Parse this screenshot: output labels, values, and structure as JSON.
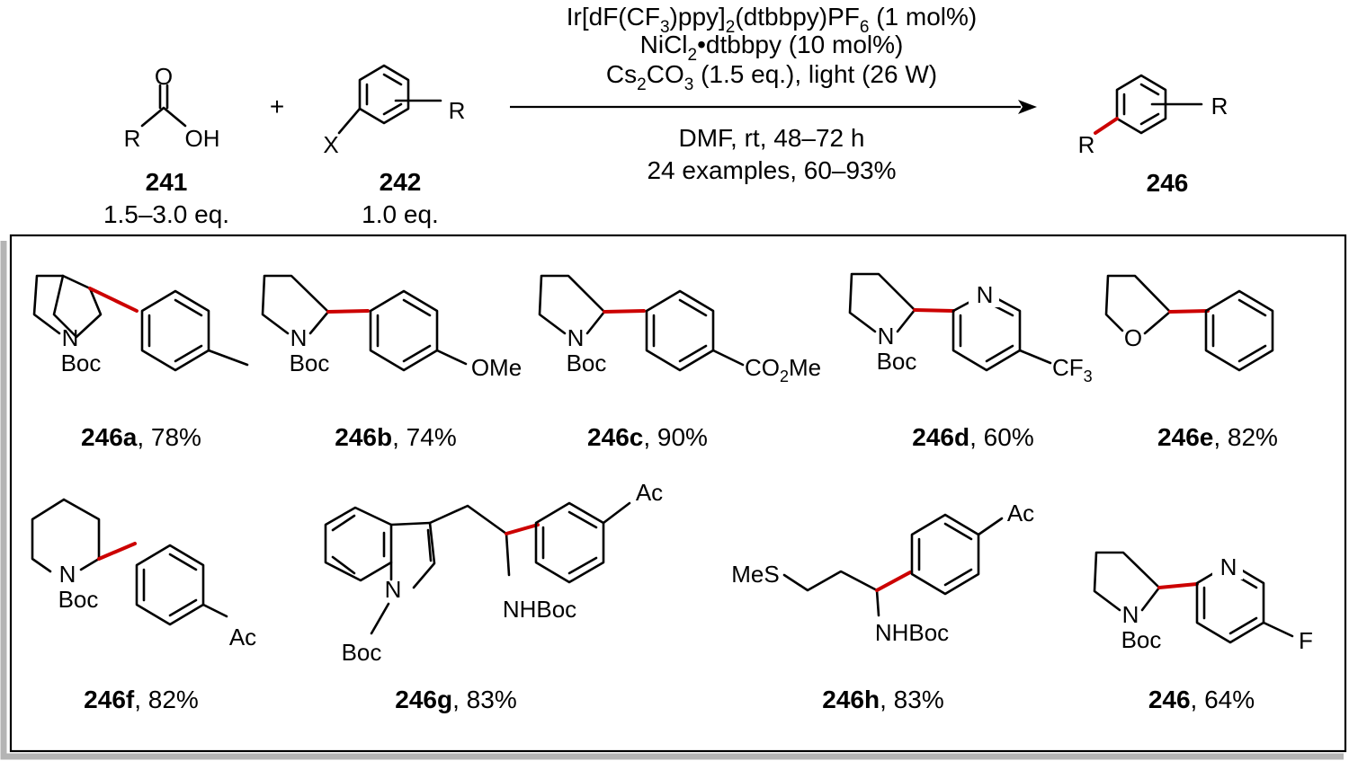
{
  "reaction": {
    "conditions": {
      "photocatalyst_parts": [
        "Ir[dF(CF",
        "3",
        ")ppy]",
        "2",
        "(dtbbpy)PF",
        "6",
        " (1 mol%)"
      ],
      "nickel_parts": [
        "NiCl",
        "2",
        "•dtbbpy (10 mol%)"
      ],
      "base_parts": [
        "Cs",
        "2",
        "CO",
        "3",
        " (1.5 eq.), light (26 W)"
      ],
      "solvent_time": "DMF, rt, 48–72 h",
      "scope": "24 examples, 60–93%"
    },
    "plus": "+",
    "reactant_1": {
      "id": "241",
      "equiv": "1.5–3.0 eq.",
      "atoms": {
        "o": "O",
        "oh": "OH",
        "r": "R"
      }
    },
    "reactant_2": {
      "id": "242",
      "equiv": "1.0 eq.",
      "atoms": {
        "x": "X",
        "r": "R"
      }
    },
    "product": {
      "id": "246",
      "atoms": {
        "r1": "R",
        "r2": "R"
      }
    }
  },
  "examples": [
    {
      "id": "246a",
      "yield": ", 78%",
      "atoms": {
        "n": "N",
        "pg": "Boc"
      }
    },
    {
      "id": "246b",
      "yield": ", 74%",
      "atoms": {
        "n": "N",
        "pg": "Boc",
        "sub": "OMe"
      }
    },
    {
      "id": "246c",
      "yield": ", 90%",
      "atoms": {
        "n": "N",
        "pg": "Boc",
        "sub_a": "CO",
        "sub_sub": "2",
        "sub_b": "Me"
      }
    },
    {
      "id": "246d",
      "yield": ", 60%",
      "atoms": {
        "n": "N",
        "pg": "Boc",
        "pyr_n": "N",
        "sub_a": "CF",
        "sub_sub": "3"
      }
    },
    {
      "id": "246e",
      "yield": ", 82%",
      "atoms": {
        "o": "O"
      }
    },
    {
      "id": "246f",
      "yield": ", 82%",
      "atoms": {
        "n": "N",
        "pg": "Boc",
        "sub": "Ac"
      }
    },
    {
      "id": "246g",
      "yield": ", 83%",
      "atoms": {
        "n": "N",
        "pg": "Boc",
        "nh": "NHBoc",
        "sub": "Ac"
      }
    },
    {
      "id": "246h",
      "yield": ", 83%",
      "atoms": {
        "mes": "MeS",
        "nh": "NHBoc",
        "sub": "Ac"
      }
    },
    {
      "id": "246",
      "yield": ", 64%",
      "atoms": {
        "n": "N",
        "pg": "Boc",
        "pyr_n": "N",
        "sub": "F"
      }
    }
  ],
  "colors": {
    "new_bond": "#cc0000",
    "frame": "#000000",
    "frame_shadow": "#b4b4b4"
  }
}
